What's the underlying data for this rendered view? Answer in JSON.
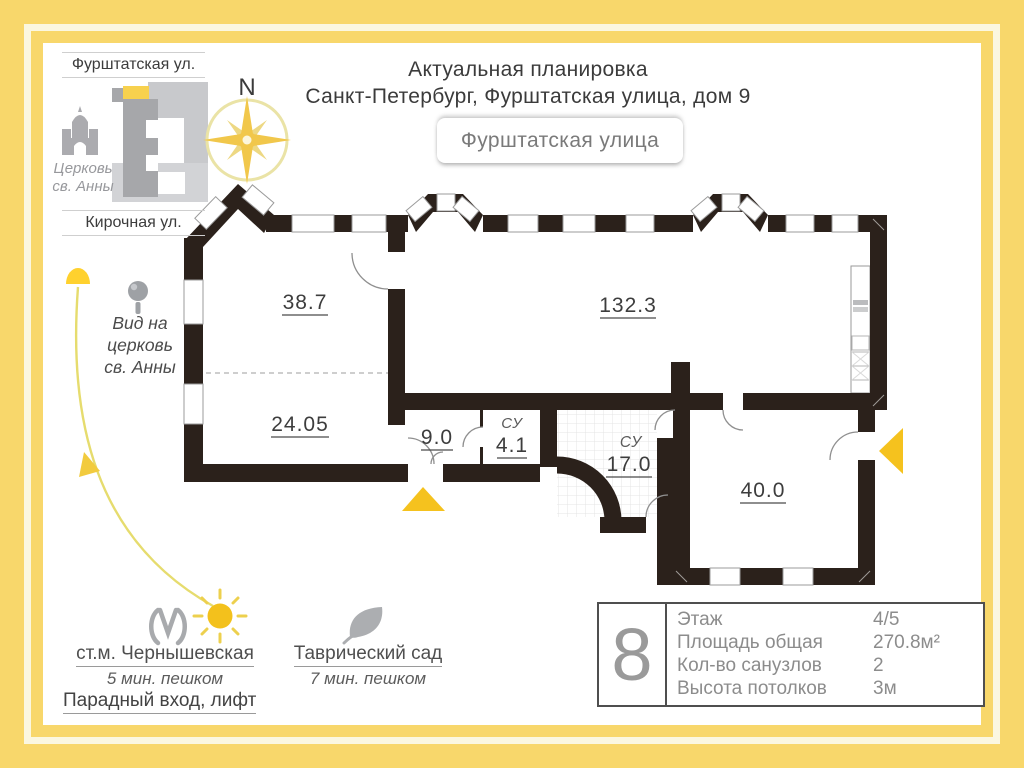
{
  "header": {
    "title_line1": "Актуальная планировка",
    "title_line2": "Санкт-Петербург, Фурштатская улица, дом 9",
    "street_pill": "Фурштатская улица"
  },
  "compass": {
    "north": "N"
  },
  "minimap": {
    "street_top": "Фурштатская ул.",
    "street_bottom": "Кирочная ул.",
    "church_line1": "Церковь",
    "church_line2": "св. Анны"
  },
  "view_note": {
    "line1": "Вид на",
    "line2": "церковь",
    "line3": "св. Анны"
  },
  "plan": {
    "rooms": [
      {
        "id": "room-38-7",
        "area": "38.7"
      },
      {
        "id": "room-132-3",
        "area": "132.3"
      },
      {
        "id": "room-24-05",
        "area": "24.05"
      },
      {
        "id": "corridor-9-0",
        "area": "9.0"
      },
      {
        "id": "bathroom-4-1",
        "area": "4.1",
        "type_label": "СУ"
      },
      {
        "id": "bathroom-17-0",
        "area": "17.0",
        "type_label": "СУ"
      },
      {
        "id": "room-40-0",
        "area": "40.0"
      }
    ]
  },
  "legend": {
    "metro_station": "ст.м. Чернышевская",
    "metro_walk": "5 мин. пешком",
    "park_name": "Таврический сад",
    "park_walk": "7 мин. пешком",
    "entrance_note": "Парадный вход, лифт"
  },
  "info_panel": {
    "number": "8",
    "rows": [
      {
        "label": "Этаж",
        "value": "4/5"
      },
      {
        "label": "Площадь общая",
        "value": "270.8м²"
      },
      {
        "label": "Кол-во санузлов",
        "value": "2"
      },
      {
        "label": "Высота потолков",
        "value": "3м"
      }
    ]
  },
  "colors": {
    "frame_yellow": "#F8D76B",
    "accent_yellow": "#F5C21E",
    "wall": "#2B211B"
  }
}
